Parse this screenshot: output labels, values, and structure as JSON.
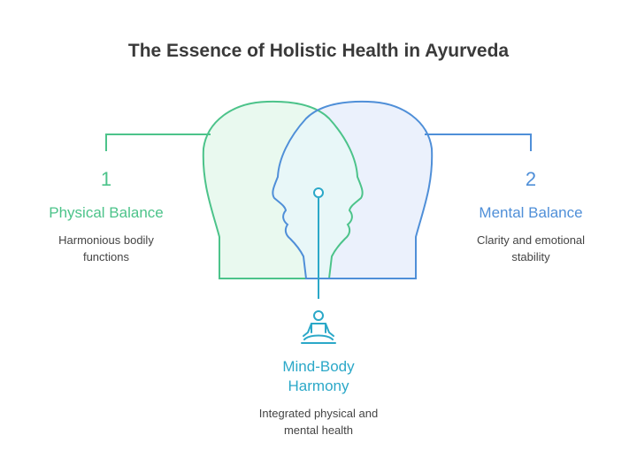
{
  "title": "The Essence of Holistic Health in Ayurveda",
  "colors": {
    "physical": "#4CC38A",
    "physical_fill": "#E9F9EF",
    "mental": "#4F8FD8",
    "mental_fill": "#EBF1FC",
    "harmony": "#2BA8C8",
    "overlap_fill": "#E8F7F8"
  },
  "left": {
    "number": "1",
    "label": "Physical Balance",
    "description": [
      "Harmonious bodily",
      "functions"
    ]
  },
  "right": {
    "number": "2",
    "label": "Mental Balance",
    "description": [
      "Clarity and emotional",
      "stability"
    ]
  },
  "center": {
    "icon": "meditation-person-icon",
    "label": [
      "Mind-Body",
      "Harmony"
    ],
    "description": [
      "Integrated physical and",
      "mental health"
    ]
  }
}
